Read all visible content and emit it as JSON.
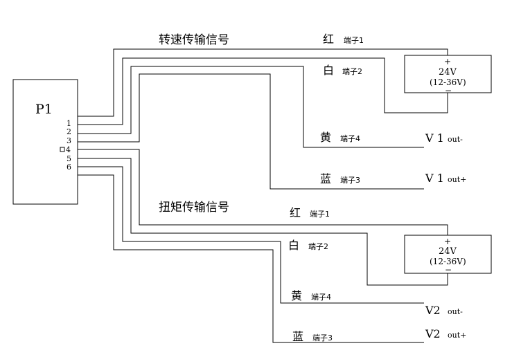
{
  "connector": {
    "label": "P1",
    "pins": [
      "1",
      "2",
      "3",
      "4",
      "5",
      "6"
    ]
  },
  "groups": {
    "speed": {
      "title": "转速传输信号"
    },
    "torque": {
      "title": "扭矩传输信号"
    }
  },
  "wires": {
    "red": {
      "color": "红",
      "terminal": "端子1"
    },
    "white": {
      "color": "白",
      "terminal": "端子2"
    },
    "yellow": {
      "color": "黄",
      "terminal": "端子4"
    },
    "blue": {
      "color": "蓝",
      "terminal": "端子3"
    }
  },
  "power_supply": {
    "voltage": "24V",
    "range": "(12-36V)",
    "plus": "+",
    "minus": "−"
  },
  "outputs": {
    "v1_name": "V 1",
    "v2_name": "V2",
    "out_minus": "out-",
    "out_plus": "out+"
  }
}
